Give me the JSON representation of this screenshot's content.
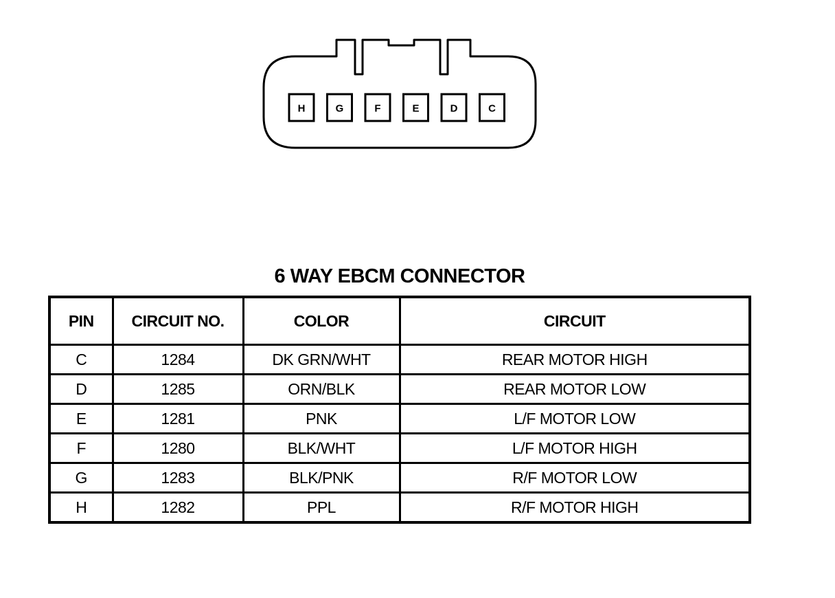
{
  "connector": {
    "pins": [
      "H",
      "G",
      "F",
      "E",
      "D",
      "C"
    ]
  },
  "table": {
    "title": "6 WAY EBCM CONNECTOR",
    "headers": [
      "PIN",
      "CIRCUIT NO.",
      "COLOR",
      "CIRCUIT"
    ],
    "rows": [
      {
        "pin": "C",
        "circuit_no": "1284",
        "color": "DK GRN/WHT",
        "circuit": "REAR MOTOR HIGH"
      },
      {
        "pin": "D",
        "circuit_no": "1285",
        "color": "ORN/BLK",
        "circuit": "REAR MOTOR LOW"
      },
      {
        "pin": "E",
        "circuit_no": "1281",
        "color": "PNK",
        "circuit": "L/F MOTOR LOW"
      },
      {
        "pin": "F",
        "circuit_no": "1280",
        "color": "BLK/WHT",
        "circuit": "L/F MOTOR HIGH"
      },
      {
        "pin": "G",
        "circuit_no": "1283",
        "color": "BLK/PNK",
        "circuit": "R/F MOTOR LOW"
      },
      {
        "pin": "H",
        "circuit_no": "1282",
        "color": "PPL",
        "circuit": "R/F MOTOR HIGH"
      }
    ]
  }
}
